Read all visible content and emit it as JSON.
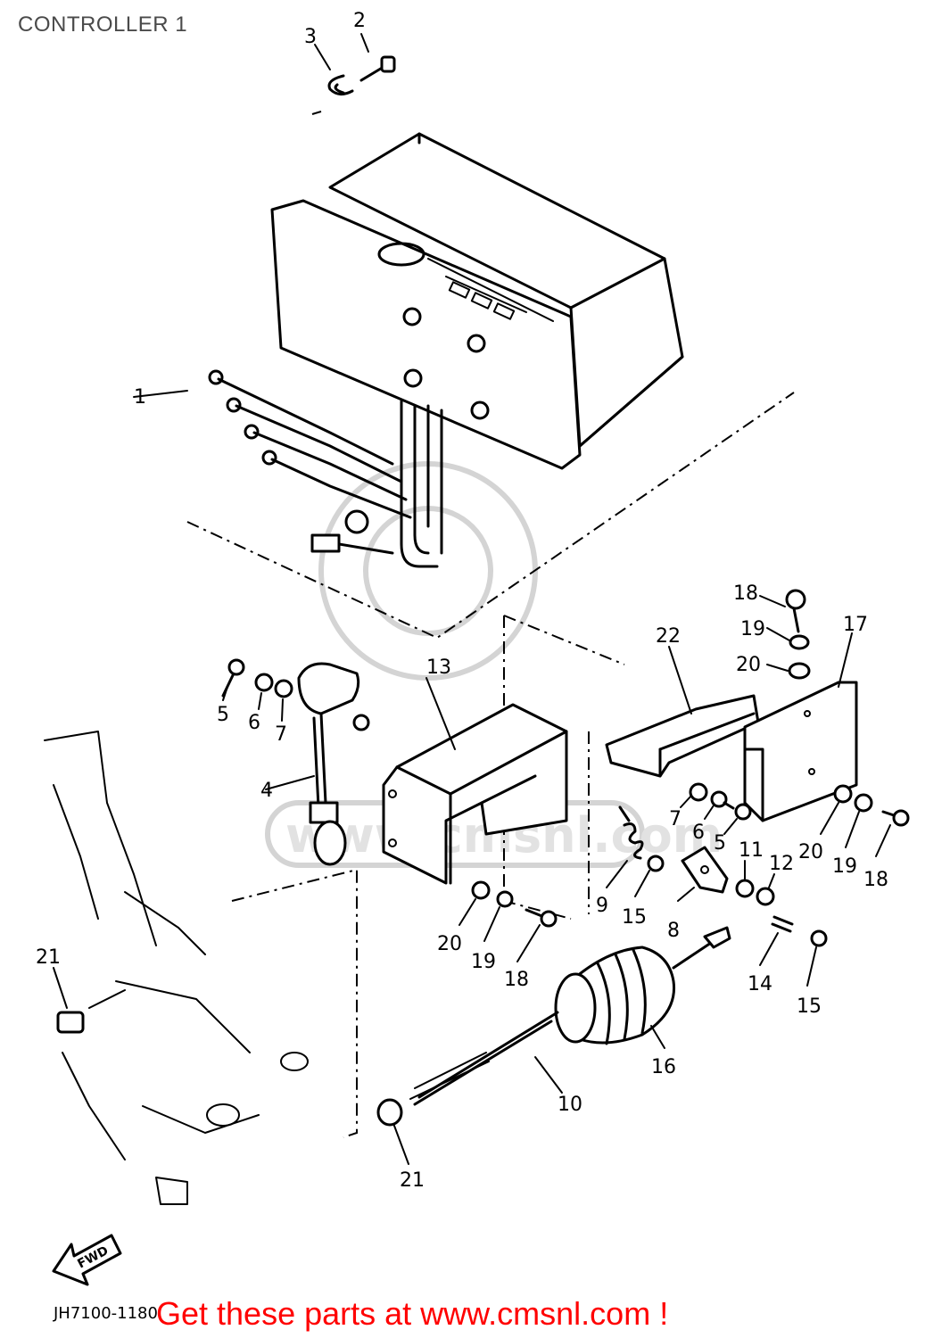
{
  "title": "CONTROLLER 1",
  "footer": "Get these parts at www.cmsnl.com !",
  "drawing_code": "JH7100-1180",
  "watermark": "www.cmsnl.com",
  "direction_label": "FWD",
  "callouts": [
    "1",
    "2",
    "3",
    "4",
    "5",
    "6",
    "7",
    "5",
    "6",
    "7",
    "8",
    "9",
    "10",
    "11",
    "12",
    "13",
    "14",
    "15",
    "15",
    "16",
    "17",
    "18",
    "19",
    "20",
    "18",
    "19",
    "20",
    "18",
    "19",
    "20",
    "21",
    "21",
    "22"
  ]
}
